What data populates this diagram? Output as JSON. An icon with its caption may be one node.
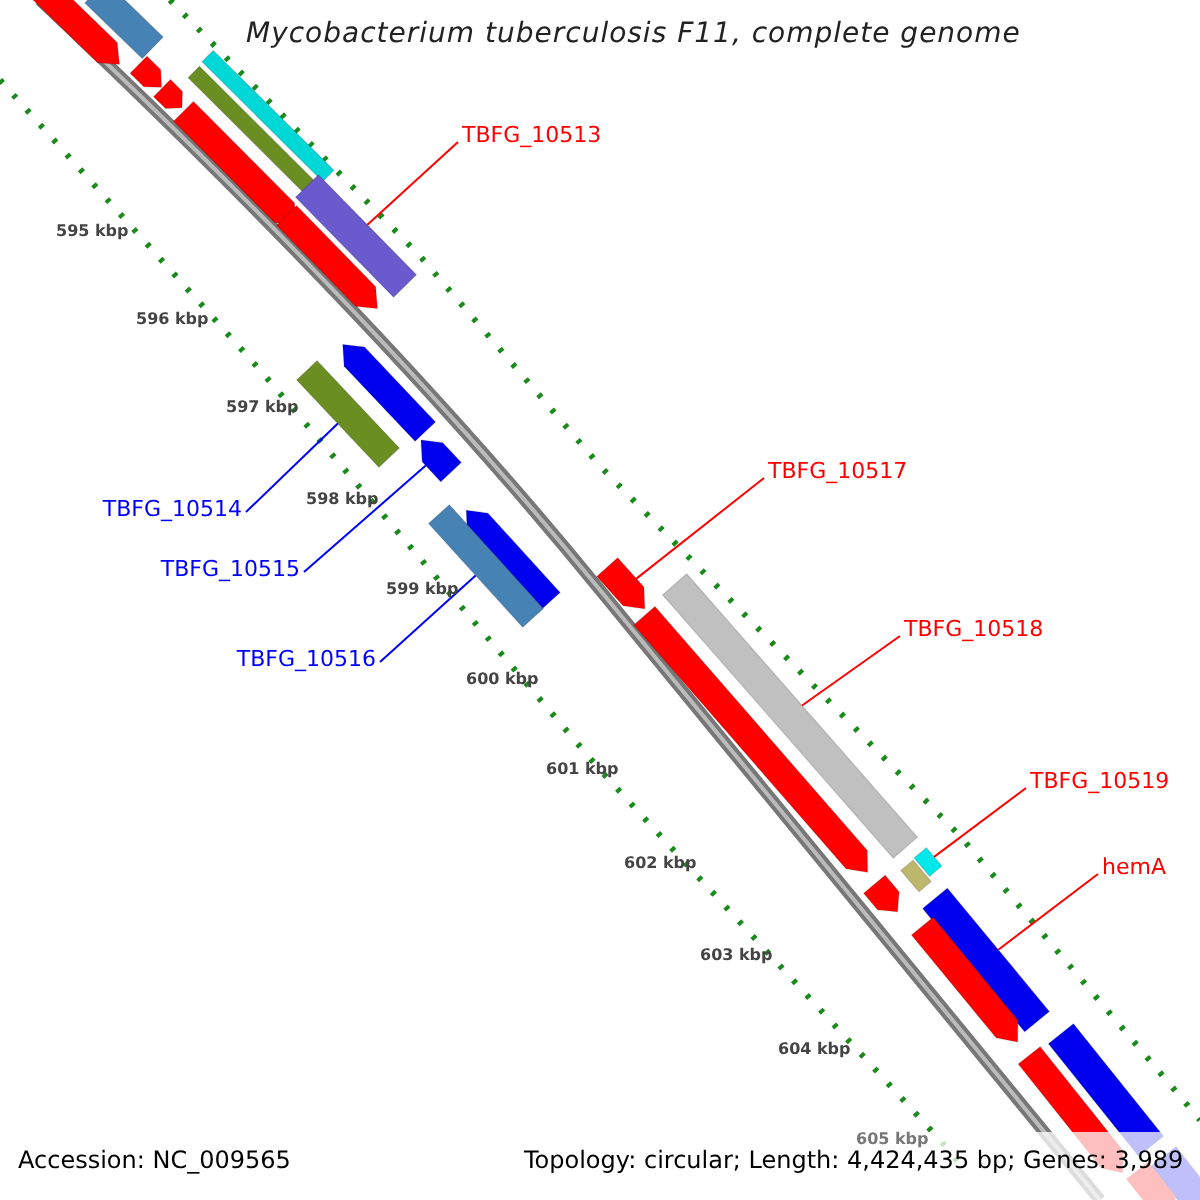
{
  "diagram": {
    "title": "Mycobacterium tuberculosis F11, complete genome",
    "nodes": [
      {
        "text": [
          "TBFG_10513"
        ]
      },
      {
        "text": [
          "TBFG_10517"
        ]
      },
      {
        "text": [
          "TBFG_10514"
        ]
      },
      {
        "text": [
          "TBFG_10515"
        ]
      },
      {
        "text": [
          "TBFG_10518"
        ]
      },
      {
        "text": [
          "TBFG_10516"
        ]
      },
      {
        "text": [
          "TBFG_10519"
        ]
      },
      {
        "text": [
          "hemA"
        ]
      },
      {
        "text": [],
        "shape": "bar"
      },
      {
        "text": [],
        "shape": "pentagon"
      },
      {
        "text": [],
        "shape": "pentagon"
      },
      {
        "text": [],
        "shape": "pentagon"
      },
      {
        "text": [],
        "shape": "bar"
      },
      {
        "text": [],
        "shape": "bar"
      },
      {
        "text": [],
        "shape": "pentagon"
      },
      {
        "text": [],
        "shape": "bar"
      },
      {
        "text": [],
        "shape": "pentagon"
      },
      {
        "text": [],
        "shape": "pentagon"
      },
      {
        "text": [],
        "shape": "bar"
      },
      {
        "text": [],
        "shape": "pentagon"
      },
      {
        "text": [],
        "shape": "pentagon"
      },
      {
        "text": [],
        "shape": "bar"
      },
      {
        "text": [],
        "shape": "pentagon"
      },
      {
        "text": [],
        "shape": "bar"
      },
      {
        "text": [],
        "shape": "pentagon"
      },
      {
        "text": [],
        "shape": "bar"
      },
      {
        "text": [],
        "shape": "bar"
      },
      {
        "text": [],
        "shape": "pentagon"
      },
      {
        "text": [],
        "shape": "bar"
      },
      {
        "text": [],
        "shape": "pentagon"
      },
      {
        "text": [],
        "shape": "bar"
      },
      {
        "text": [],
        "shape": "pentagon"
      },
      {
        "text": [],
        "shape": "bar"
      },
      {
        "text": [],
        "shape": "pentagon"
      }
    ],
    "edges": [
      {
        "from": 0,
        "to": 15,
        "arrow": "none"
      },
      {
        "from": 1,
        "to": 22,
        "arrow": "none"
      },
      {
        "from": 2,
        "to": 18,
        "arrow": "none",
        "color": "#0000ff"
      },
      {
        "from": 3,
        "to": 19,
        "arrow": "none",
        "color": "#0000ff"
      },
      {
        "from": 4,
        "to": 23,
        "arrow": "none"
      },
      {
        "from": 5,
        "to": 21,
        "arrow": "none",
        "color": "#0000ff"
      },
      {
        "from": 6,
        "to": 25,
        "arrow": "none"
      },
      {
        "from": 7,
        "to": 28,
        "arrow": "none"
      }
    ],
    "labels": [
      "595 kbp",
      "596 kbp",
      "597 kbp",
      "598 kbp",
      "599 kbp",
      "600 kbp",
      "601 kbp",
      "602 kbp",
      "603 kbp",
      "604 kbp",
      "605 kbp",
      "Accession: NC_009565",
      "Topology: circular; Length: 4,424,435 bp; Genes: 3,989"
    ]
  }
}
